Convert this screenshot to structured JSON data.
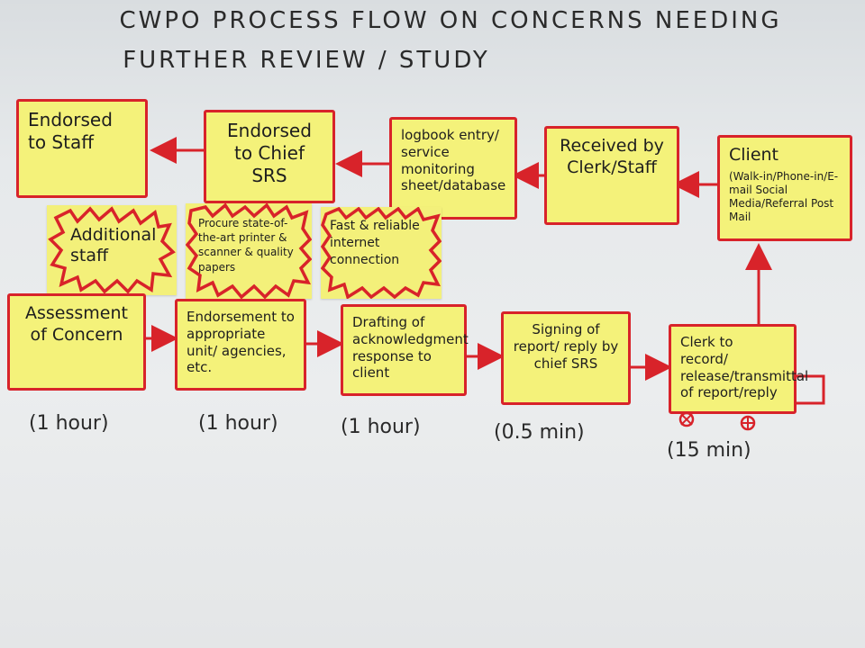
{
  "title": {
    "line1": "CWPO PROCESS FLOW ON CONCERNS NEEDING",
    "line2": "FURTHER REVIEW / STUDY"
  },
  "top_row": {
    "endorsed_staff": "Endorsed to Staff",
    "endorsed_chief": "Endorsed to Chief SRS",
    "logbook": "logbook entry/ service monitoring sheet/database",
    "received": "Received by Clerk/Staff",
    "client_title": "Client",
    "client_channels": "(Walk-in/Phone-in/E-mail Social Media/Referral Post Mail"
  },
  "improvements": {
    "additional_staff": "Additional staff",
    "procure": "Procure state-of-the-art printer & scanner & quality papers",
    "internet": "Fast & reliable internet connection"
  },
  "bottom_row": {
    "assessment": "Assessment of Concern",
    "endorsement": "Endorsement to appropriate unit/ agencies, etc.",
    "drafting": "Drafting of acknowledgment response to client",
    "signing": "Signing of report/ reply by chief SRS",
    "clerk_release": "Clerk to record/ release/transmittal of report/reply"
  },
  "times": {
    "t1": "(1 hour)",
    "t2": "(1 hour)",
    "t3": "(1 hour)",
    "t4": "(0.5 min)",
    "t5": "(15 min)"
  },
  "colors": {
    "sticky": "#f3f07a",
    "border": "#d8232a",
    "paper": "#ebedee"
  }
}
